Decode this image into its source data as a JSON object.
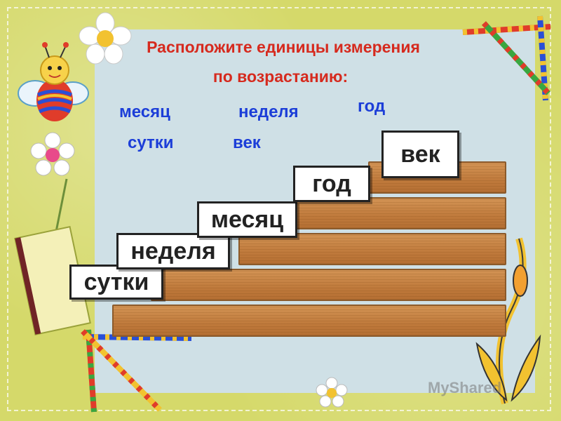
{
  "title": {
    "line1": "Расположите единицы измерения",
    "line2": "по возрастанию:"
  },
  "words": [
    "месяц",
    "неделя",
    "год",
    "сутки",
    "век"
  ],
  "answers": [
    "сутки",
    "неделя",
    "месяц",
    "год",
    "век"
  ],
  "watermark": "MyShared",
  "colors": {
    "title": "#d62a1e",
    "words": "#1c3ed8",
    "panel": "#cfe0e6",
    "background": "#d5d96a",
    "wood": "#c07a3c"
  },
  "icons": [
    "flower-icon",
    "bee-icon",
    "pencil-frame-icon",
    "tag-icon"
  ]
}
